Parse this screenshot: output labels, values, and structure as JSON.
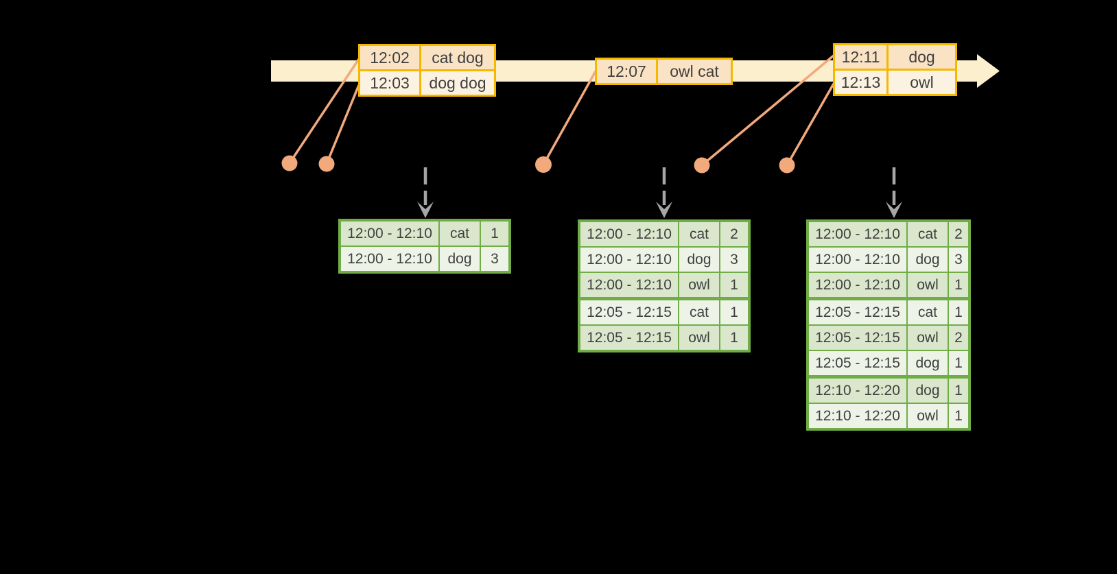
{
  "diagram": "event-time windowed word counts over a streaming timeline",
  "colors": {
    "background": "#000000",
    "band": "#FBEFCD",
    "event_border": "#F5B800",
    "event_row_a": "#FAE3C5",
    "event_row_b": "#FCF2E1",
    "result_border": "#70AD47",
    "result_row_a": "#DAE7CC",
    "result_row_b": "#EEF3E8",
    "connector": "#F2A97C",
    "arrow_gray": "#A6A6A6",
    "text": "#3F3F3F"
  },
  "event_tables": [
    {
      "rows": [
        {
          "time": "12:02",
          "words": "cat dog"
        },
        {
          "time": "12:03",
          "words": "dog dog"
        }
      ]
    },
    {
      "rows": [
        {
          "time": "12:07",
          "words": "owl cat"
        }
      ]
    },
    {
      "rows": [
        {
          "time": "12:11",
          "words": "dog"
        },
        {
          "time": "12:13",
          "words": "owl"
        }
      ]
    }
  ],
  "result_tables": [
    {
      "group_breaks": [],
      "rows": [
        {
          "window": "12:00 - 12:10",
          "word": "cat",
          "count": "1"
        },
        {
          "window": "12:00 - 12:10",
          "word": "dog",
          "count": "3"
        }
      ]
    },
    {
      "group_breaks": [
        3
      ],
      "rows": [
        {
          "window": "12:00 - 12:10",
          "word": "cat",
          "count": "2"
        },
        {
          "window": "12:00 - 12:10",
          "word": "dog",
          "count": "3"
        },
        {
          "window": "12:00 - 12:10",
          "word": "owl",
          "count": "1"
        },
        {
          "window": "12:05 - 12:15",
          "word": "cat",
          "count": "1"
        },
        {
          "window": "12:05 - 12:15",
          "word": "owl",
          "count": "1"
        }
      ]
    },
    {
      "group_breaks": [
        3,
        6
      ],
      "rows": [
        {
          "window": "12:00 - 12:10",
          "word": "cat",
          "count": "2"
        },
        {
          "window": "12:00 - 12:10",
          "word": "dog",
          "count": "3"
        },
        {
          "window": "12:00 - 12:10",
          "word": "owl",
          "count": "1"
        },
        {
          "window": "12:05 - 12:15",
          "word": "cat",
          "count": "1"
        },
        {
          "window": "12:05 - 12:15",
          "word": "owl",
          "count": "2"
        },
        {
          "window": "12:05 - 12:15",
          "word": "dog",
          "count": "1"
        },
        {
          "window": "12:10 - 12:20",
          "word": "dog",
          "count": "1"
        },
        {
          "window": "12:10 - 12:20",
          "word": "owl",
          "count": "1"
        }
      ]
    }
  ]
}
